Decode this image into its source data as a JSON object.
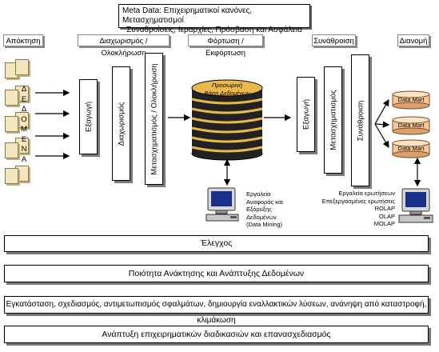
{
  "meta": {
    "line1": "Meta Data: Επιχειρηματικοί κανόνες, Μετασχηματισμοί",
    "line2": "Συναθροίσεις, Ιεραρχίες, Πρόσβαση και Ασφάλεια"
  },
  "headers": {
    "acquisition": "Απόκτηση",
    "separation": "Διαχωρισμός / Ολοκλήρωση",
    "loading": "Φόρτωση / Εκφόρτωση",
    "aggregation": "Συνάθροιση",
    "distribution": "Διανομή"
  },
  "data_letters": [
    "Δ",
    "Ε",
    "Δ",
    "Ο",
    "Μ",
    "Ε",
    "Ν",
    "Α"
  ],
  "boxes": {
    "extraction": "Εξαγωγή",
    "separation": "Διαχωρισμός",
    "transform_integrate": "Μετασχηματισμός / Ολοκλήρωση",
    "extraction2": "Εξαγωγή",
    "transform2": "Μετασχηματισμός",
    "aggregation": "Συνάθροιση"
  },
  "database": {
    "line1": "Προσωρινή",
    "line2": "Βάση Δεδομένων"
  },
  "tools_left": [
    "Εργαλεία",
    "Αναφοράς και",
    "Εξόρυξης",
    "Δεδομένων",
    "(Data Mining)"
  ],
  "tools_right": [
    "Εργαλεία ερωτήσεων",
    "Επεξεργασμένες ερωτήσεις",
    "ROLAP",
    "OLAP",
    "MOLAP"
  ],
  "data_marts": [
    "Data Mart",
    "Data Mart",
    "Data Mart"
  ],
  "bars": [
    "Έλεγχος",
    "Ποιότητα Ανάκτησης και Ανάπτυξης Δεδομένων",
    "Εγκατάσταση, σχεδιασμός, αντιμετωπισμός σφαλμάτων, δημιουργία εναλλακτικών λύσεων, ανάνηψη από καταστροφή, κλιμάκωση",
    "Ανάπτυξη επιχειρηματικών διαδικασιών και επανασχεδιασμός"
  ],
  "colors": {
    "doc": "#f3e7bf",
    "disk": "#e8b94a",
    "mart": "#f5c99a",
    "shadow": "#7a7a7a"
  }
}
